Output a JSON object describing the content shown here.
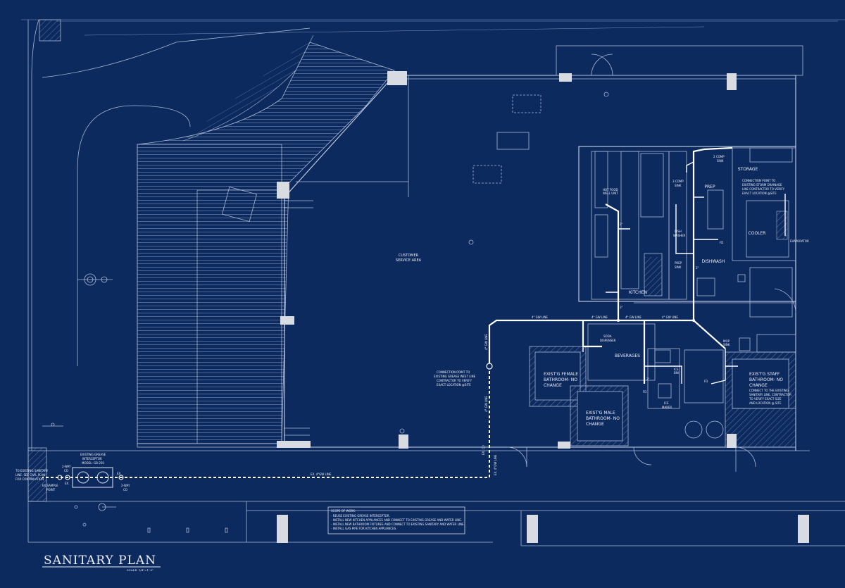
{
  "drawing": {
    "title": "SANITARY PLAN",
    "scale": "SCALE: 1/4\"=1'-0\""
  },
  "rooms": {
    "customer_area": [
      "CUSTOMER",
      "SERVICE AREA"
    ],
    "kitchen": "KITCHEN",
    "storage": "STORAGE",
    "prep": "PREP",
    "cooler": "COOLER",
    "dishwash": "DISHWASH",
    "beverages": "BEVERAGES",
    "female_bath": [
      "EXIST'G FEMALE",
      "BATHROOM- NO",
      "CHANGE"
    ],
    "male_bath": [
      "EXIST'G MALE",
      "BATHROOM- NO",
      "CHANGE"
    ],
    "staff_bath": [
      "EXIST'G STAFF",
      "BATHROOM- NO",
      "CHANGE"
    ]
  },
  "fixtures": {
    "hot_food": [
      "HOT FOOD",
      "WELL UNIT"
    ],
    "comp_sink_2": [
      "2 COMP",
      "SINK"
    ],
    "comp_sink_3": [
      "3 COMP",
      "SINK"
    ],
    "dish_washer": [
      "DISH",
      "WASHER"
    ],
    "prep_sink": [
      "PREP",
      "SINK"
    ],
    "mop_sink": [
      "MOP",
      "SINK"
    ],
    "soda_dispenser": [
      "SODA",
      "DISPENSER"
    ],
    "ice_maker": [
      "ICE",
      "MAKER"
    ],
    "ice_bin": [
      "ICE",
      "BIN"
    ],
    "evaporator": "EVAPORATOR",
    "fd": "FD"
  },
  "pipe_labels": {
    "gw_line_1": "4\" GW LINE",
    "gw_line_2": "4\" GW LINE",
    "gw_line_3": "4\" GW LINE",
    "gw_line_4": "4\" GW LINE",
    "gw_line_vert": "4\" GW LINE",
    "gw_line_vert2": "4\" GW LINE",
    "ex_gw_line": "EX. 4\"GW LINE",
    "ex_line_vert": "EX. 4\"GW LINE",
    "ex_co": "EX. CO",
    "size_3": "3\"",
    "size_2": "2\""
  },
  "notes": {
    "grease_connection": [
      "CONNECTION POINT TO",
      "EXISTING GREASE WEST LINE",
      "CONTRACTOR TO VERIFY",
      "EXACT LOCATION @SITE"
    ],
    "storm_connection": [
      "CONNECTION POINT TO",
      "EXISTING STORM DRAINAGE",
      "LINE CONTRACTOR TO VERIFY",
      "EXACT LOCATION @SITE"
    ],
    "staff_connection": [
      "CONNECT TO THE EXISTING",
      "SANITARY LINE, CONTRACTOR",
      "TO VERIFY EXACT SIZE",
      "AND LOCATION @ SITE"
    ],
    "to_sanitary": [
      "TO EXISTING SANITARY",
      "LINE. SEE CIVIL PLAN",
      "FOR CONTINUATION"
    ],
    "sample_point": [
      "EX.SAMPLE",
      "POINT"
    ],
    "cleanout_2way_a": [
      "2-WAY",
      "CO"
    ],
    "cleanout_2way_b": [
      "2-WAY",
      "CO"
    ],
    "ex_short": "EX.",
    "interceptor": [
      "EXISTING GREASE",
      "INTERCEPTOR",
      "MODEL: GB-250"
    ]
  },
  "scope": {
    "heading": "SCOPE OF WORK:",
    "items": [
      "- REUSE EXISTING GREASE INTERCEPTOR.",
      "- INSTALL NEW KITCHEN APPLIANCES AND CONNECT TO EXISTING GREASE AND WATER LINE.",
      "- INSTALL NEW BATHROOM FIXTURES AND CONNECT TO EXISTING SANITARY AND WATER LINE.",
      "- INSTALL GAS PIPE FOR KITCHEN APPLIANCES."
    ]
  },
  "colors": {
    "background": "#0d2a5e",
    "linework": "#a9b8d6",
    "pipe": "#ffffff",
    "column": "#d8dbe1"
  }
}
